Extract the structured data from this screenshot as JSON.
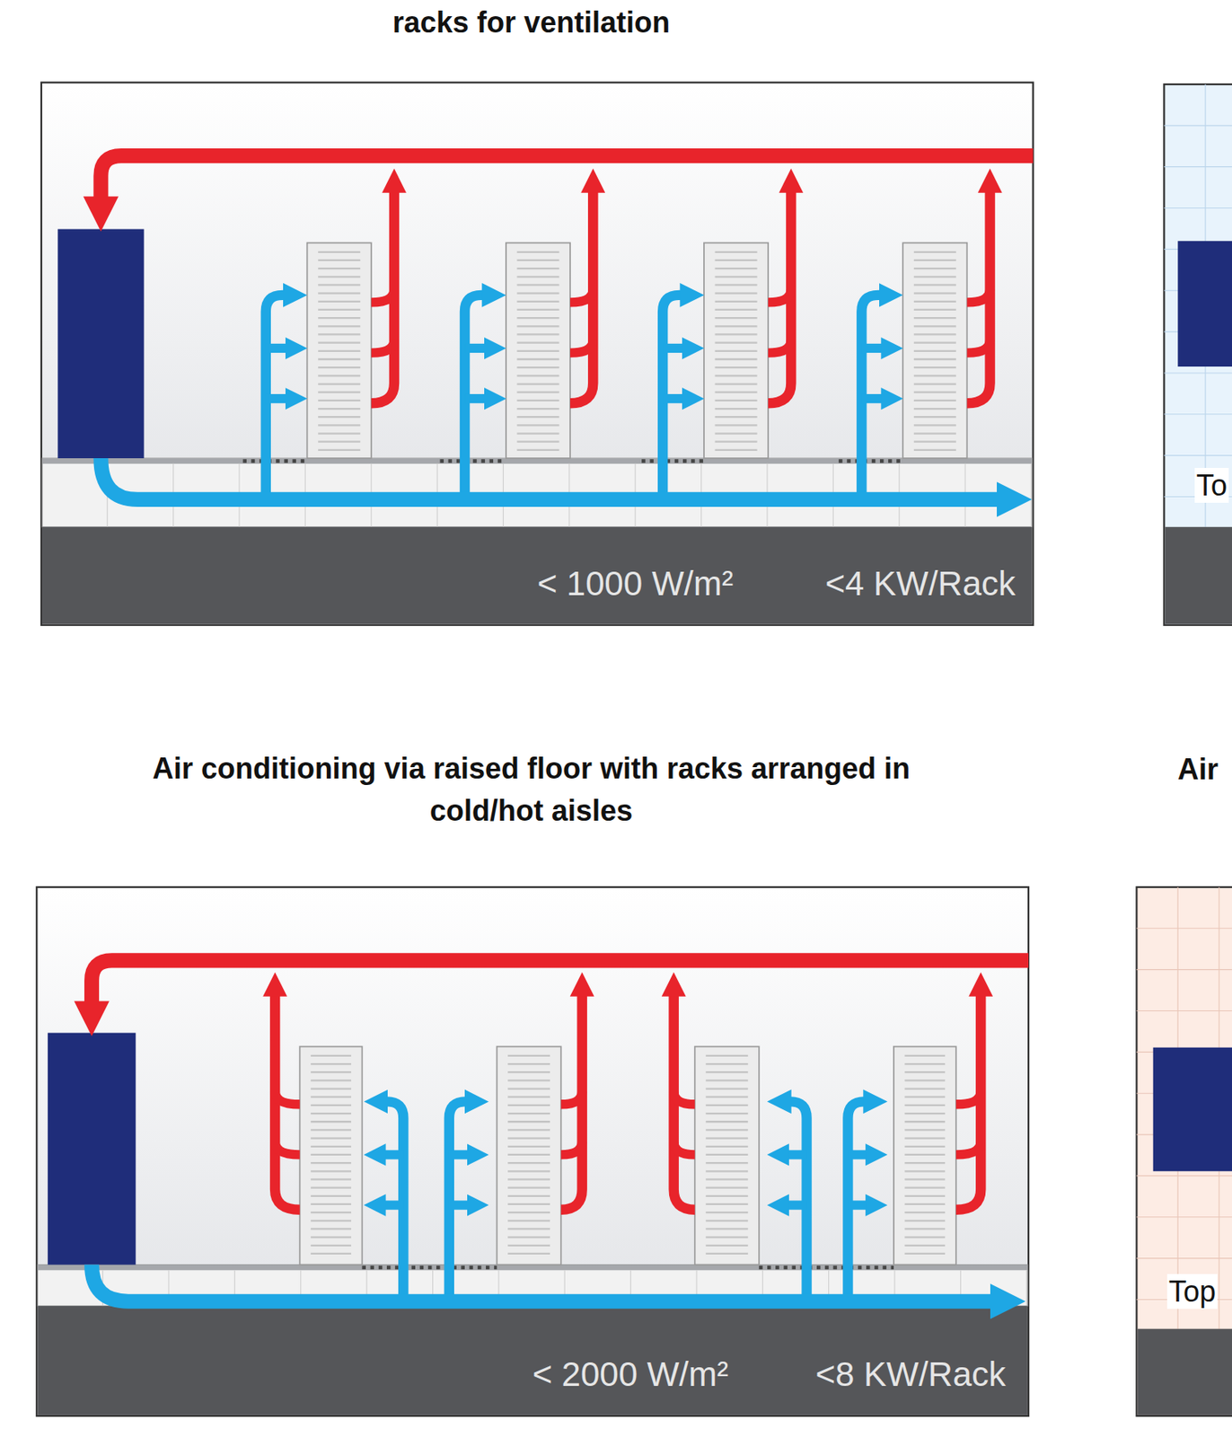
{
  "diagram": {
    "labels": [
      "racks for ventilation",
      "< 1000 W/m²",
      "<4 KW/Rack",
      "To",
      "Air conditioning via raised floor with racks arranged in cold/hot aisles",
      "Air",
      "< 2000 W/m²",
      "<8 KW/Rack",
      "Top"
    ]
  }
}
